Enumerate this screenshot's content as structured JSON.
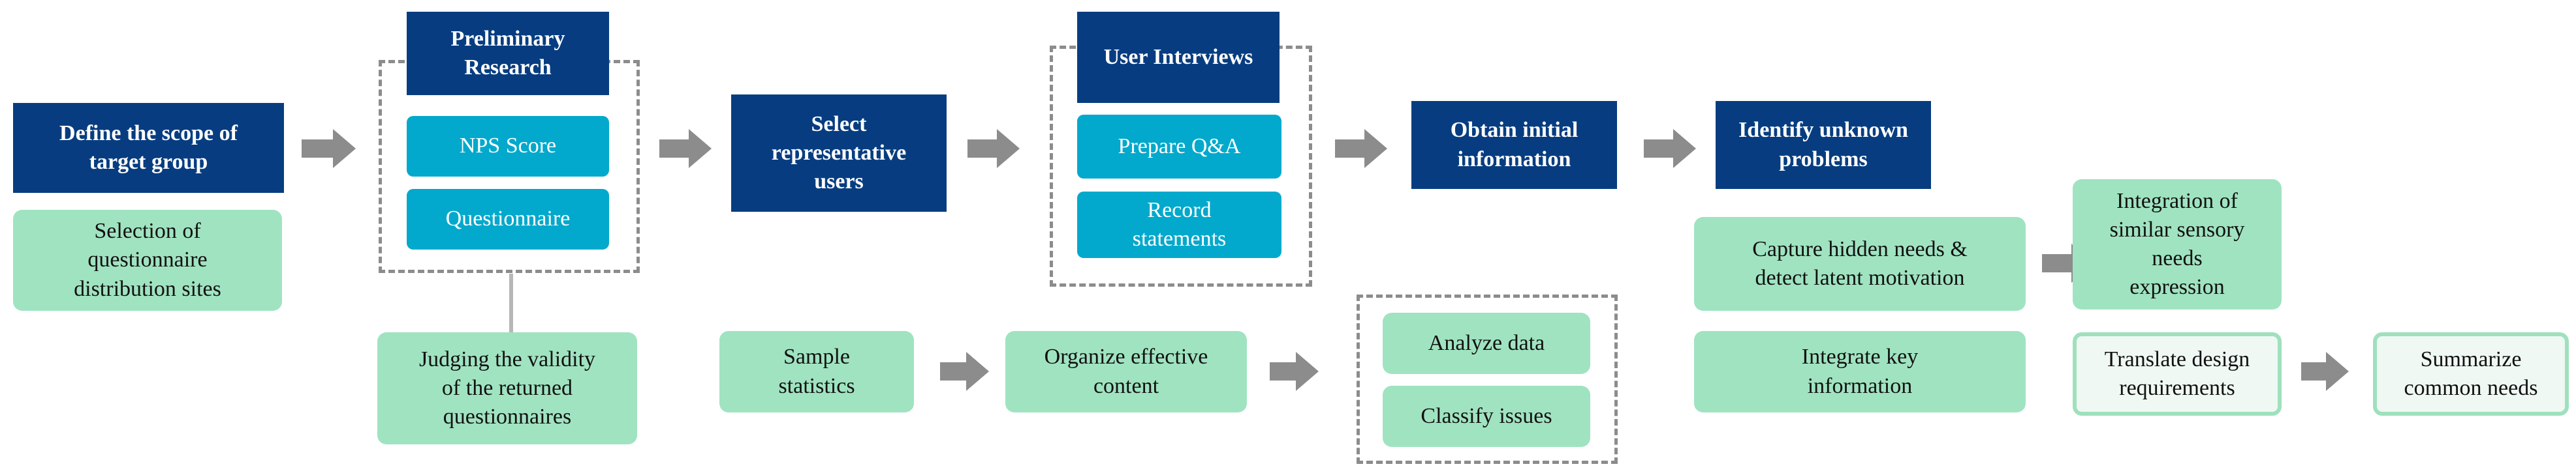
{
  "nodes": {
    "define_scope": "Define the scope of\ntarget group",
    "selection_sites": "Selection of\nquestionnaire\ndistribution sites",
    "preliminary_research": "Preliminary\nResearch",
    "nps_score": "NPS Score",
    "questionnaire": "Questionnaire",
    "judging_validity": "Judging the validity\nof the returned\nquestionnaires",
    "select_users": "Select\nrepresentative\nusers",
    "sample_statistics": "Sample\nstatistics",
    "user_interviews": "User Interviews",
    "prepare_qa": "Prepare Q&A",
    "record_statements": "Record\nstatements",
    "organize_content": "Organize effective\ncontent",
    "analyze_data": "Analyze data",
    "classify_issues": "Classify issues",
    "obtain_info": "Obtain initial\ninformation",
    "identify_problems": "Identify unknown\nproblems",
    "capture_needs": "Capture hidden needs &\ndetect latent motivation",
    "integrate_key": "Integrate key\ninformation",
    "integration_sensory": "Integration of\nsimilar sensory\nneeds\nexpression",
    "translate_design": "Translate design\nrequirements",
    "summarize_needs": "Summarize\ncommon needs"
  },
  "colors": {
    "navy": "#073d80",
    "blue": "#02a9cc",
    "mint": "#a0e3c1",
    "mint_border": "#9fe0bd",
    "arrow": "#8c8c8c",
    "dash": "#8c8c8c"
  }
}
